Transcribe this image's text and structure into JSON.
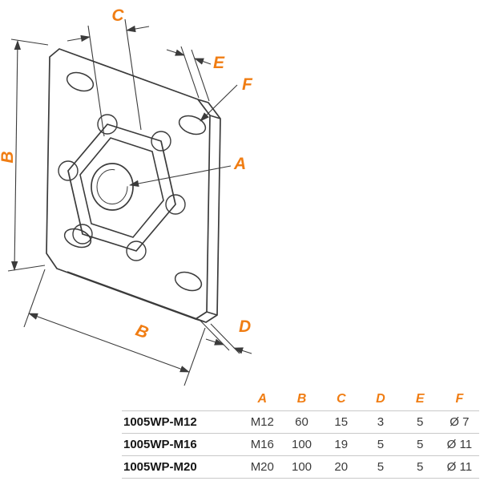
{
  "diagram": {
    "labels": {
      "a": "A",
      "b_left": "B",
      "b_bottom": "B",
      "c": "C",
      "d": "D",
      "e": "E",
      "f": "F"
    },
    "accent_color": "#F07D13",
    "line_color": "#3B3B3B"
  },
  "table": {
    "headers": [
      "A",
      "B",
      "C",
      "D",
      "E",
      "F"
    ],
    "rows": [
      {
        "part": "1005WP-M12",
        "values": [
          "M12",
          "60",
          "15",
          "3",
          "5",
          "Ø 7"
        ]
      },
      {
        "part": "1005WP-M16",
        "values": [
          "M16",
          "100",
          "19",
          "5",
          "5",
          "Ø 11"
        ]
      },
      {
        "part": "1005WP-M20",
        "values": [
          "M20",
          "100",
          "20",
          "5",
          "5",
          "Ø 11"
        ]
      }
    ]
  }
}
